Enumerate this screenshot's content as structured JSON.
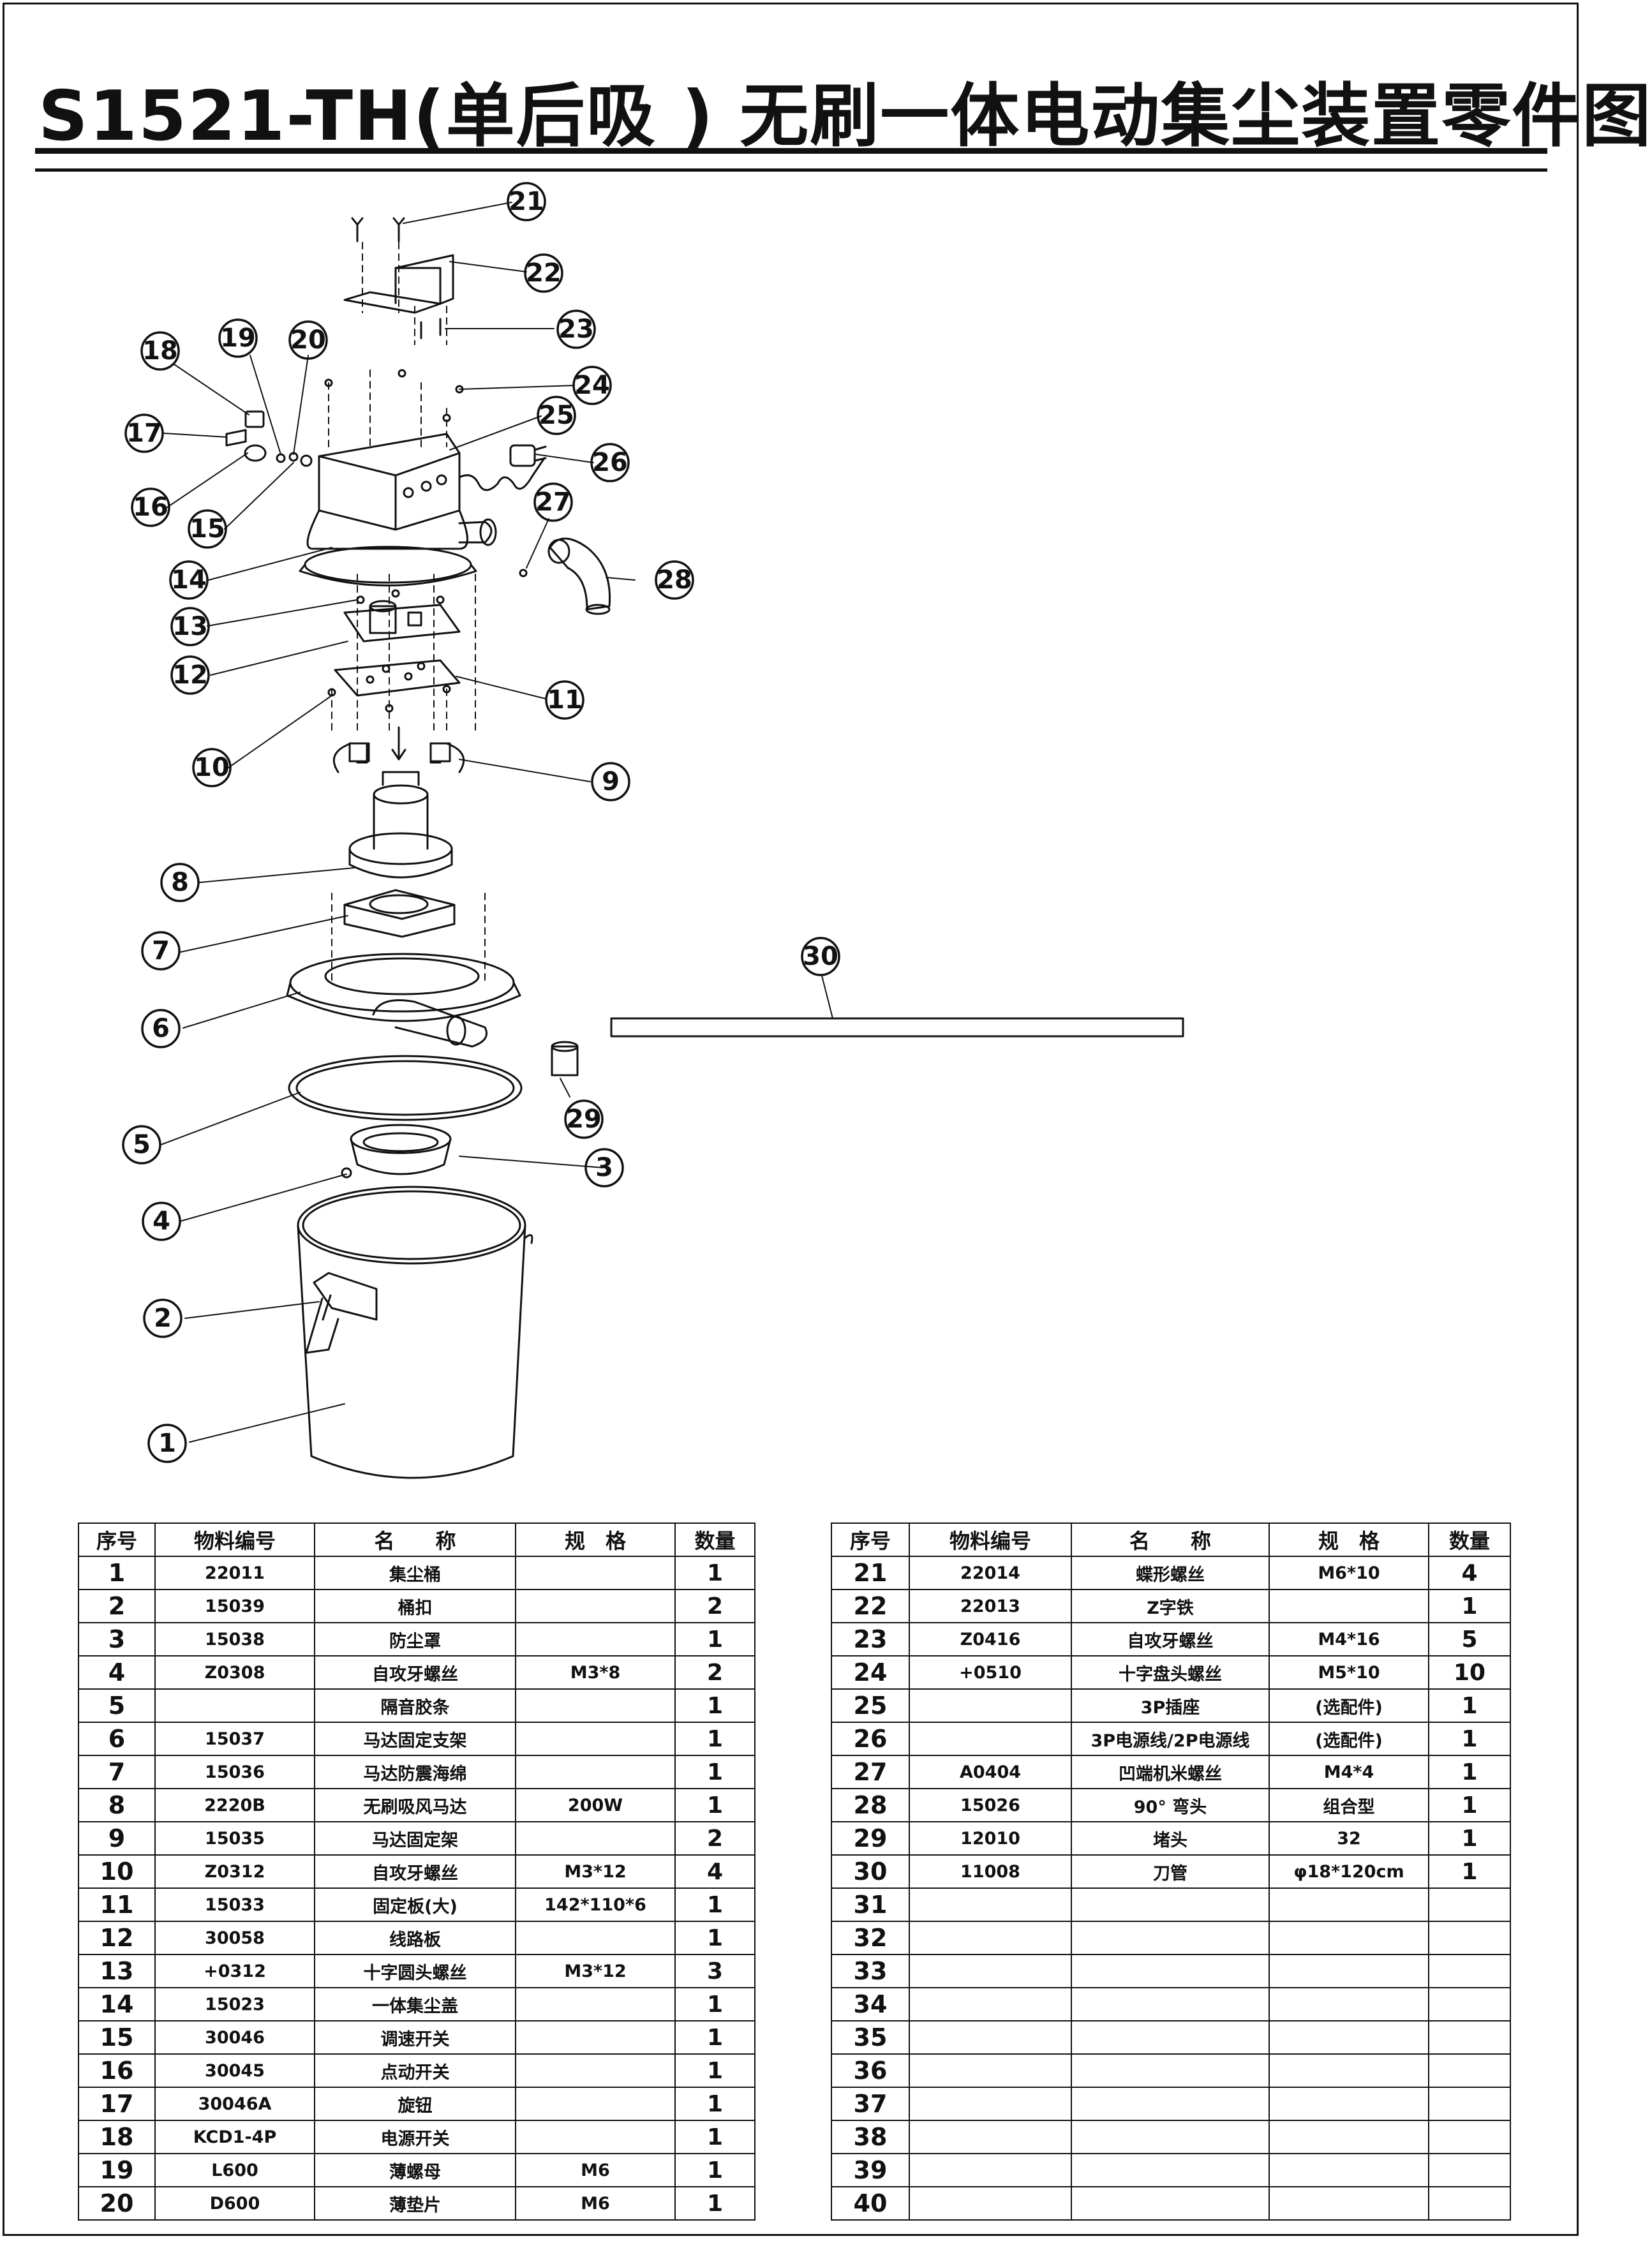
{
  "title": "S1521-TH(单后吸 ) 无刷一体电动集尘装置零件图",
  "callouts": [
    "1",
    "2",
    "3",
    "4",
    "5",
    "6",
    "7",
    "8",
    "9",
    "10",
    "11",
    "12",
    "13",
    "14",
    "15",
    "16",
    "17",
    "18",
    "19",
    "20",
    "21",
    "22",
    "23",
    "24",
    "25",
    "26",
    "27",
    "28",
    "29",
    "30"
  ],
  "table_headers": {
    "no": "序号",
    "code": "物料编号",
    "name": "名　　称",
    "spec": "规　格",
    "qty": "数量"
  },
  "parts_left": [
    {
      "no": "1",
      "code": "22011",
      "name": "集尘桶",
      "spec": "",
      "qty": "1"
    },
    {
      "no": "2",
      "code": "15039",
      "name": "桶扣",
      "spec": "",
      "qty": "2"
    },
    {
      "no": "3",
      "code": "15038",
      "name": "防尘罩",
      "spec": "",
      "qty": "1"
    },
    {
      "no": "4",
      "code": "Z0308",
      "name": "自攻牙螺丝",
      "spec": "M3*8",
      "qty": "2"
    },
    {
      "no": "5",
      "code": "",
      "name": "隔音胶条",
      "spec": "",
      "qty": "1"
    },
    {
      "no": "6",
      "code": "15037",
      "name": "马达固定支架",
      "spec": "",
      "qty": "1"
    },
    {
      "no": "7",
      "code": "15036",
      "name": "马达防震海绵",
      "spec": "",
      "qty": "1"
    },
    {
      "no": "8",
      "code": "2220B",
      "name": "无刷吸风马达",
      "spec": "200W",
      "qty": "1"
    },
    {
      "no": "9",
      "code": "15035",
      "name": "马达固定架",
      "spec": "",
      "qty": "2"
    },
    {
      "no": "10",
      "code": "Z0312",
      "name": "自攻牙螺丝",
      "spec": "M3*12",
      "qty": "4"
    },
    {
      "no": "11",
      "code": "15033",
      "name": "固定板(大)",
      "spec": "142*110*6",
      "qty": "1"
    },
    {
      "no": "12",
      "code": "30058",
      "name": "线路板",
      "spec": "",
      "qty": "1"
    },
    {
      "no": "13",
      "code": "+0312",
      "name": "十字圆头螺丝",
      "spec": "M3*12",
      "qty": "3"
    },
    {
      "no": "14",
      "code": "15023",
      "name": "一体集尘盖",
      "spec": "",
      "qty": "1"
    },
    {
      "no": "15",
      "code": "30046",
      "name": "调速开关",
      "spec": "",
      "qty": "1"
    },
    {
      "no": "16",
      "code": "30045",
      "name": "点动开关",
      "spec": "",
      "qty": "1"
    },
    {
      "no": "17",
      "code": "30046A",
      "name": "旋钮",
      "spec": "",
      "qty": "1"
    },
    {
      "no": "18",
      "code": "KCD1-4P",
      "name": "电源开关",
      "spec": "",
      "qty": "1"
    },
    {
      "no": "19",
      "code": "L600",
      "name": "薄螺母",
      "spec": "M6",
      "qty": "1"
    },
    {
      "no": "20",
      "code": "D600",
      "name": "薄垫片",
      "spec": "M6",
      "qty": "1"
    }
  ],
  "parts_right": [
    {
      "no": "21",
      "code": "22014",
      "name": "蝶形螺丝",
      "spec": "M6*10",
      "qty": "4"
    },
    {
      "no": "22",
      "code": "22013",
      "name": "Z字铁",
      "spec": "",
      "qty": "1"
    },
    {
      "no": "23",
      "code": "Z0416",
      "name": "自攻牙螺丝",
      "spec": "M4*16",
      "qty": "5"
    },
    {
      "no": "24",
      "code": "+0510",
      "name": "十字盘头螺丝",
      "spec": "M5*10",
      "qty": "10"
    },
    {
      "no": "25",
      "code": "",
      "name": "3P插座",
      "spec": "(选配件)",
      "qty": "1"
    },
    {
      "no": "26",
      "code": "",
      "name": "3P电源线/2P电源线",
      "spec": "(选配件)",
      "qty": "1"
    },
    {
      "no": "27",
      "code": "A0404",
      "name": "凹端机米螺丝",
      "spec": "M4*4",
      "qty": "1"
    },
    {
      "no": "28",
      "code": "15026",
      "name": "90° 弯头",
      "spec": "组合型",
      "qty": "1"
    },
    {
      "no": "29",
      "code": "12010",
      "name": "堵头",
      "spec": "32",
      "qty": "1"
    },
    {
      "no": "30",
      "code": "11008",
      "name": "刀管",
      "spec": "φ18*120cm",
      "qty": "1"
    },
    {
      "no": "31",
      "code": "",
      "name": "",
      "spec": "",
      "qty": ""
    },
    {
      "no": "32",
      "code": "",
      "name": "",
      "spec": "",
      "qty": ""
    },
    {
      "no": "33",
      "code": "",
      "name": "",
      "spec": "",
      "qty": ""
    },
    {
      "no": "34",
      "code": "",
      "name": "",
      "spec": "",
      "qty": ""
    },
    {
      "no": "35",
      "code": "",
      "name": "",
      "spec": "",
      "qty": ""
    },
    {
      "no": "36",
      "code": "",
      "name": "",
      "spec": "",
      "qty": ""
    },
    {
      "no": "37",
      "code": "",
      "name": "",
      "spec": "",
      "qty": ""
    },
    {
      "no": "38",
      "code": "",
      "name": "",
      "spec": "",
      "qty": ""
    },
    {
      "no": "39",
      "code": "",
      "name": "",
      "spec": "",
      "qty": ""
    },
    {
      "no": "40",
      "code": "",
      "name": "",
      "spec": "",
      "qty": ""
    }
  ]
}
